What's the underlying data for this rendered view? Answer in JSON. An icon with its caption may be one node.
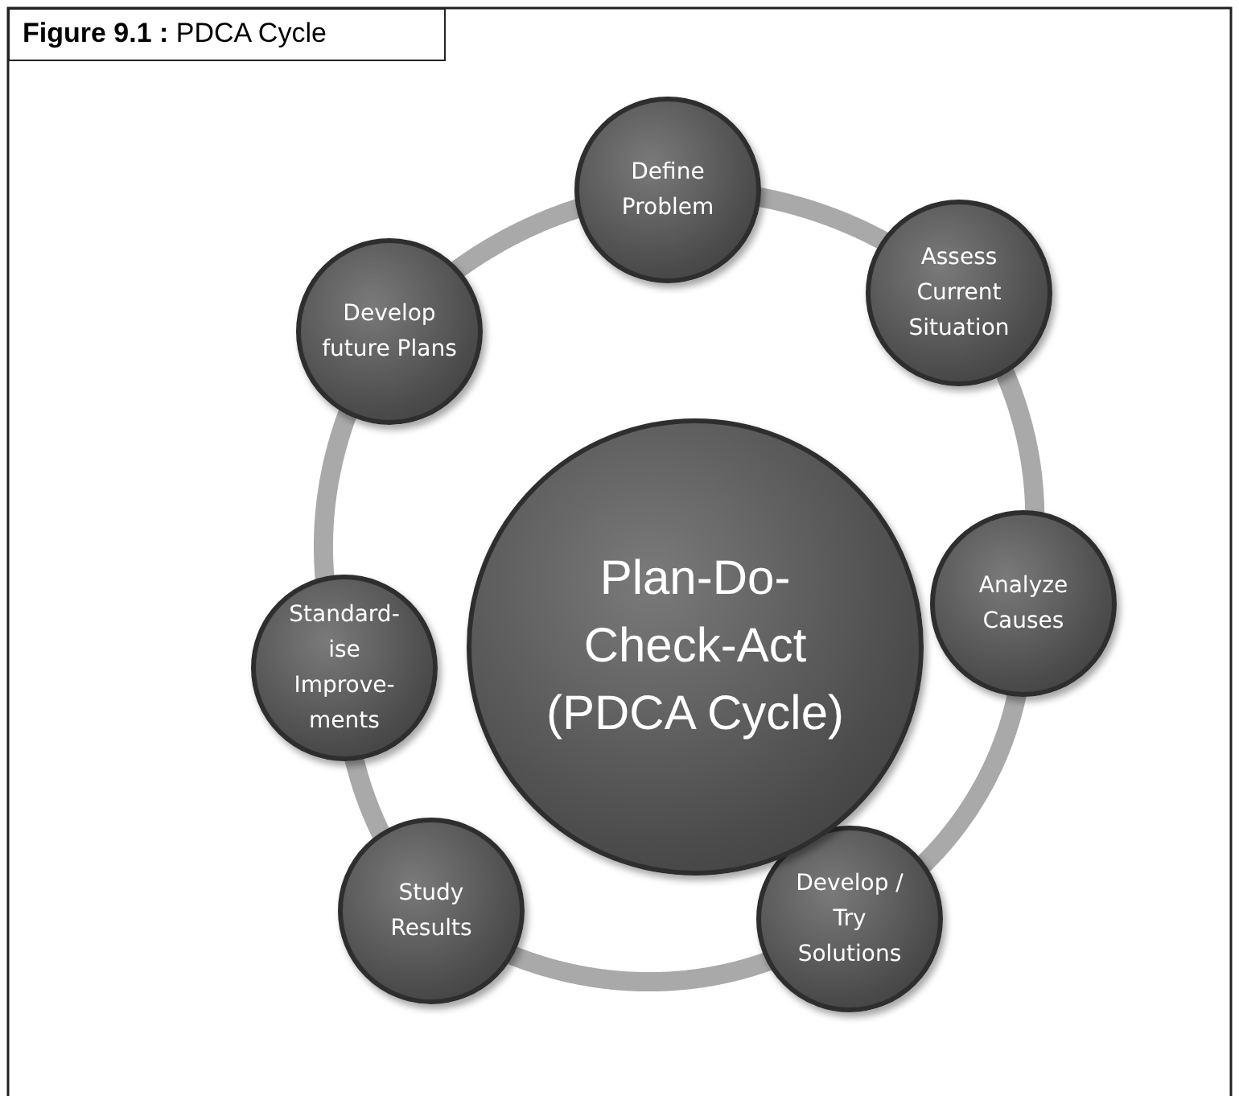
{
  "diagram": {
    "title": "**Figure 9.1 :** PDCA Cycle",
    "nodes": [
      {
        "text": [
          "Define Problem"
        ]
      },
      {
        "text": [
          "Assess Current Situation"
        ]
      },
      {
        "text": [
          "Analyze Causes"
        ]
      },
      {
        "text": [
          "Develop / Try Solutions"
        ]
      },
      {
        "text": [
          "Study Results"
        ]
      },
      {
        "text": [
          "Standard- ise Improve- ments"
        ]
      },
      {
        "text": [
          "Develop future Plans"
        ]
      },
      {
        "text": [
          "Plan-Do-Check-Act",
          "(PDCA Cycle)"
        ]
      }
    ],
    "edges": [
      {
        "from": 0,
        "to": 1,
        "arrow": "none"
      },
      {
        "from": 1,
        "to": 2,
        "arrow": "none"
      },
      {
        "from": 2,
        "to": 3,
        "arrow": "none"
      },
      {
        "from": 3,
        "to": 4,
        "arrow": "none"
      },
      {
        "from": 4,
        "to": 5,
        "arrow": "none"
      },
      {
        "from": 5,
        "to": 6,
        "arrow": "none"
      },
      {
        "from": 6,
        "to": 0,
        "arrow": "none"
      }
    ]
  }
}
